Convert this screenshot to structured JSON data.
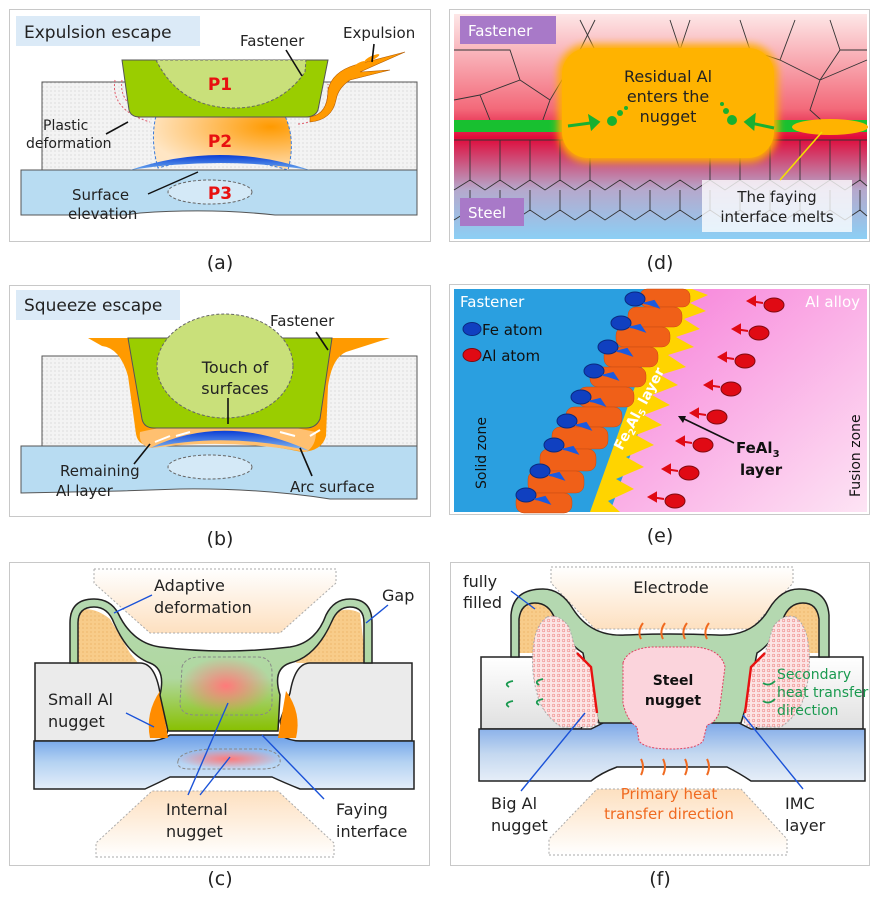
{
  "figure": {
    "panels": [
      {
        "id": "a",
        "caption": "(a)",
        "title": "Expulsion escape",
        "labels": {
          "fastener": "Fastener",
          "expulsion": "Expulsion",
          "plastic_deformation_1": "Plastic",
          "plastic_deformation_2": "deformation",
          "surface_elevation_1": "Surface",
          "surface_elevation_2": "elevation",
          "p1": "P1",
          "p2": "P2",
          "p3": "P3"
        }
      },
      {
        "id": "b",
        "caption": "(b)",
        "title": "Squeeze escape",
        "labels": {
          "fastener": "Fastener",
          "touch_1": "Touch of",
          "touch_2": "surfaces",
          "remaining_1": "Remaining",
          "remaining_2": "Al layer",
          "arc_surface": "Arc surface"
        }
      },
      {
        "id": "c",
        "caption": "(c)",
        "labels": {
          "adaptive_1": "Adaptive",
          "adaptive_2": "deformation",
          "gap": "Gap",
          "small_al_1": "Small Al",
          "small_al_2": "nugget",
          "internal_1": "Internal",
          "internal_2": "nugget",
          "faying_1": "Faying",
          "faying_2": "interface"
        }
      },
      {
        "id": "d",
        "caption": "(d)",
        "labels": {
          "fastener": "Fastener",
          "steel": "Steel",
          "residual_1": "Residual Al",
          "residual_2": "enters the",
          "residual_3": "nugget",
          "faying_1": "The faying",
          "faying_2": "interface melts"
        }
      },
      {
        "id": "e",
        "caption": "(e)",
        "labels": {
          "fastener": "Fastener",
          "al_alloy": "Al  alloy",
          "fe_atom": "Fe atom",
          "al_atom": "Al atom",
          "solid_zone": "Solid zone",
          "fusion_zone": "Fusion zone",
          "fe2al5_prefix": "Fe",
          "fe2al5_sub1": "2",
          "fe2al5_mid": "Al",
          "fe2al5_sub2": "5",
          "fe2al5_suffix": " layer",
          "feal3_prefix": "FeAl",
          "feal3_sub": "3",
          "feal3_line2": "layer"
        }
      },
      {
        "id": "f",
        "caption": "(f)",
        "labels": {
          "fully_1": "fully",
          "fully_2": "filled",
          "electrode": "Electrode",
          "steel_1": "Steel",
          "steel_2": "nugget",
          "secondary_1": "Secondary",
          "secondary_2": "heat transfer",
          "secondary_3": "direction",
          "big_al_1": "Big Al",
          "big_al_2": "nugget",
          "primary_1": "Primary heat",
          "primary_2": "transfer direction",
          "imc_1": "IMC",
          "imc_2": "layer"
        }
      }
    ]
  },
  "colors": {
    "fastener_green": "#9acd00",
    "nugget_orange": "#ff9a00",
    "steel_blue": "#b8dcf2",
    "title_bg": "#dbeaf7",
    "label_red": "#e81010",
    "arrow_blue": "#1a52d8",
    "secondary_green": "#1a9a50",
    "primary_orange": "#f06a20",
    "tag_purple": "#a879c8"
  }
}
